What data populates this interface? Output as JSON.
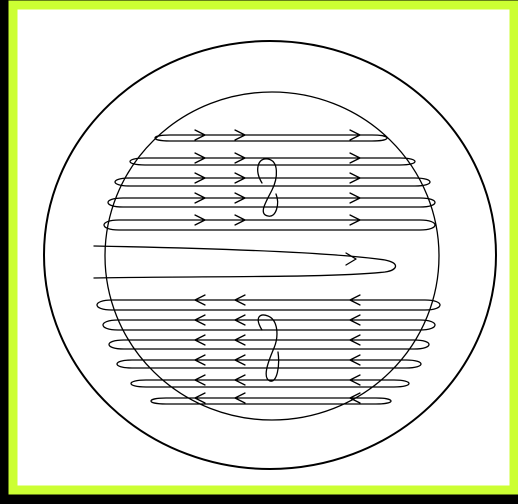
{
  "colors": {
    "frame_border": "#ccff33",
    "background": "#000000",
    "panel": "#ffffff",
    "ink": "#000000"
  },
  "diagram": {
    "elements": [
      "outer-boundary-circle",
      "inner-sphere-circle",
      "field-lines",
      "flow-direction-arrows",
      "upper-loop",
      "lower-loop",
      "center-tongue"
    ],
    "flow": {
      "upper_half": "left-to-right",
      "lower_half": "right-to-left"
    }
  }
}
